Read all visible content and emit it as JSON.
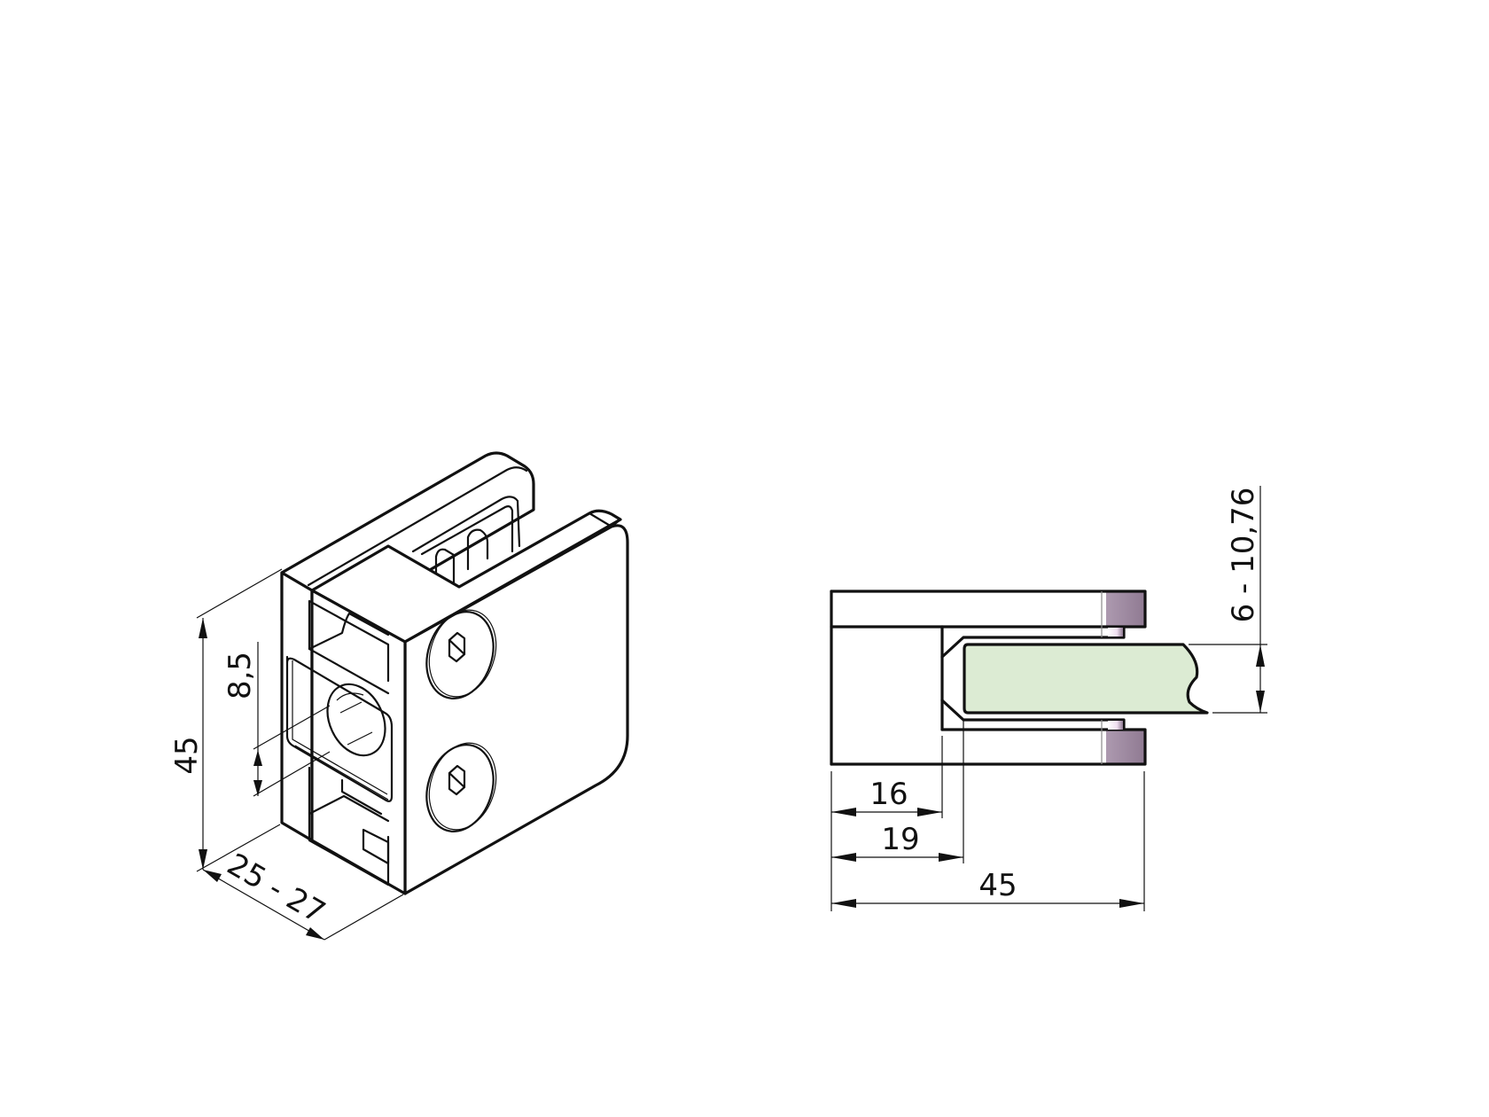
{
  "drawing": {
    "type": "technical drawing",
    "subject": "glass clamp",
    "views": [
      "isometric",
      "side-section"
    ],
    "colors": {
      "line": "#111111",
      "glass_fill": "#dcebd3",
      "hidden_line": "#8a8a8a",
      "edge_shade": "#d9c8dc",
      "background": "#ffffff"
    }
  },
  "isometric_view": {
    "dimensions": {
      "height": "45",
      "slot_offset": "8,5",
      "depth": "25 - 27"
    }
  },
  "side_view": {
    "dimensions": {
      "body_depth": "16",
      "glass_insertion": "19",
      "overall_length": "45",
      "glass_thickness": "6 - 10,76"
    }
  }
}
